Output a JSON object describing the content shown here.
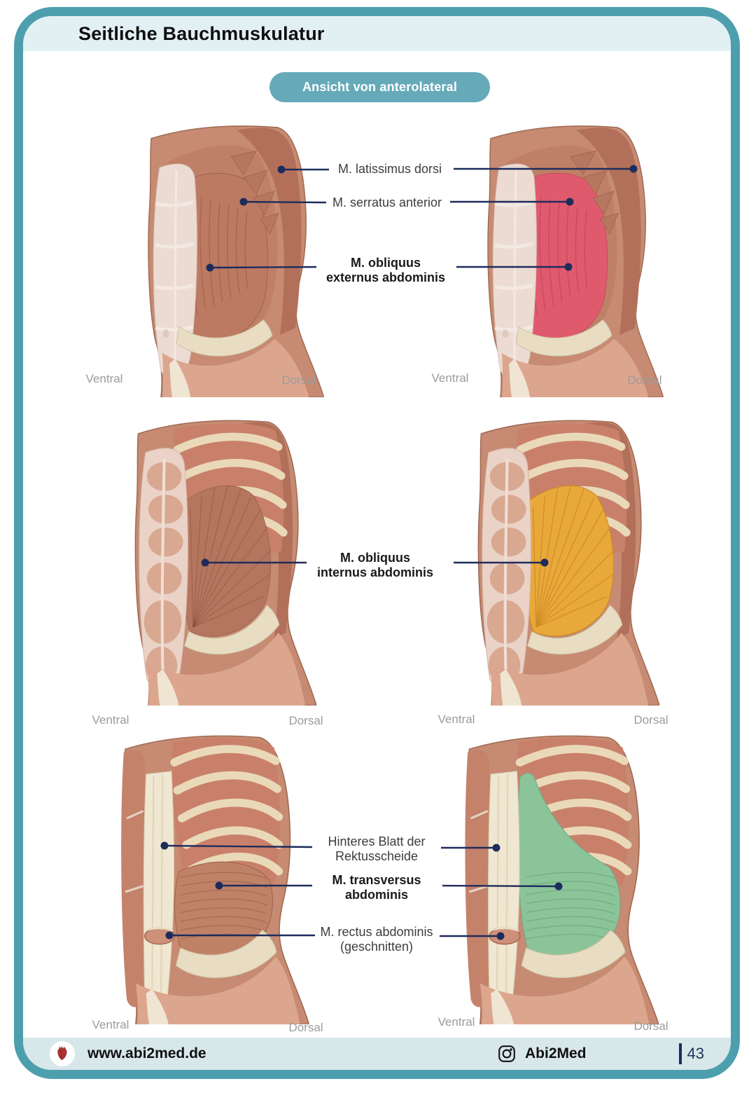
{
  "header": {
    "title": "Seitliche Bauchmuskulatur"
  },
  "view_badge": "Ansicht von anterolateral",
  "orientation": {
    "ventral": "Ventral",
    "dorsal": "Dorsal"
  },
  "rows": [
    {
      "labels": [
        {
          "lines": [
            "M. latissimus dorsi"
          ],
          "bold": false
        },
        {
          "lines": [
            "M. serratus anterior"
          ],
          "bold": false
        },
        {
          "lines": [
            "M. obliquus",
            "externus abdominis"
          ],
          "bold": true
        }
      ],
      "highlight": "#e05a6e",
      "highlighted_muscle": "M. obliquus externus abdominis"
    },
    {
      "labels": [
        {
          "lines": [
            "M. obliquus",
            "internus abdominis"
          ],
          "bold": true
        }
      ],
      "highlight": "#e9a83a",
      "highlighted_muscle": "M. obliquus internus abdominis"
    },
    {
      "labels": [
        {
          "lines": [
            "Hinteres Blatt der",
            "Rektusscheide"
          ],
          "bold": false
        },
        {
          "lines": [
            "M. transversus",
            "abdominis"
          ],
          "bold": true
        },
        {
          "lines": [
            "M. rectus abdominis",
            "(geschnitten)"
          ],
          "bold": false
        }
      ],
      "highlight": "#8cc49a",
      "highlighted_muscle": "M. transversus abdominis"
    }
  ],
  "footer": {
    "website": "www.abi2med.de",
    "instagram_handle": "Abi2Med",
    "page_number": "43",
    "icons": [
      "anatomical-heart-icon",
      "instagram-icon"
    ]
  },
  "colors": {
    "frame_teal": "#4d9fae",
    "header_band": "#e3f0f3",
    "badge_teal": "#66aaba",
    "leader_navy": "#1e2c5c",
    "footer_bar": "#d8e7ea",
    "highlight_red": "#e05a6e",
    "highlight_orange": "#e9a83a",
    "highlight_green": "#8cc49a"
  }
}
